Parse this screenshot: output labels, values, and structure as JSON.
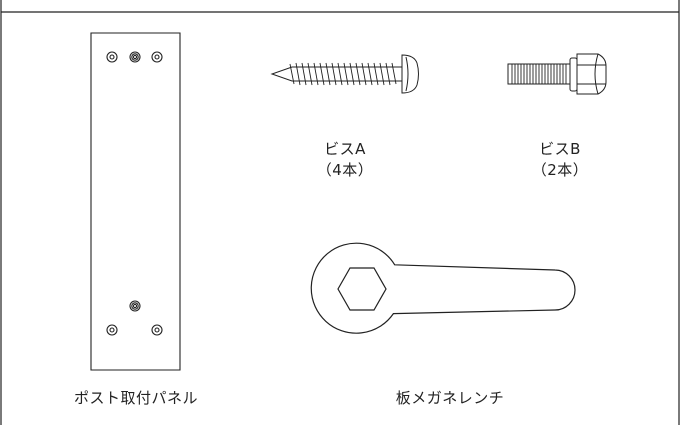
{
  "parts": {
    "panel": {
      "label": "ポスト取付パネル"
    },
    "screw_a": {
      "name": "ビスA",
      "qty": "（4本）"
    },
    "screw_b": {
      "name": "ビスB",
      "qty": "（2本）"
    },
    "wrench": {
      "label": "板メガネレンチ"
    }
  },
  "colors": {
    "line": "#222222",
    "background": "#ffffff"
  }
}
